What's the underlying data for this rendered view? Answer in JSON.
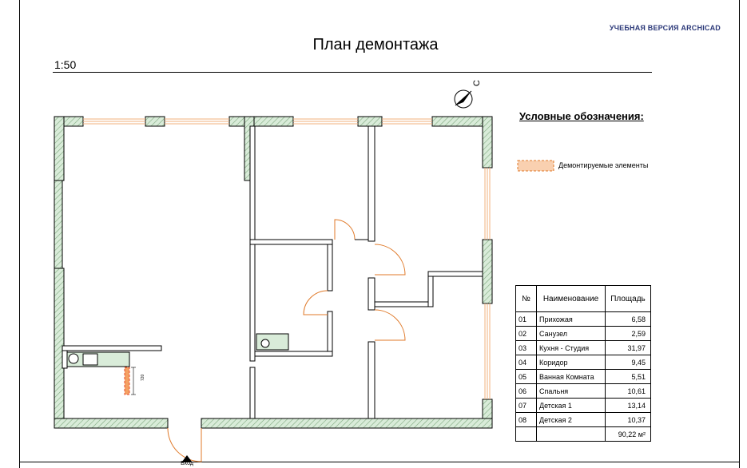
{
  "watermark": "УЧЕБНАЯ ВЕРСИЯ ARCHICAD",
  "title": "План демонтажа",
  "scale": "1:50",
  "north": "С",
  "legend": {
    "title": "Условные обозначения:",
    "item_label": "Демонтируемые элементы"
  },
  "entrance": "Вход",
  "dimension": "720",
  "table": {
    "headers": [
      "№",
      "Наименование",
      "Площадь"
    ],
    "rows": [
      [
        "01",
        "Прихожая",
        "6,58"
      ],
      [
        "02",
        "Санузел",
        "2,59"
      ],
      [
        "03",
        "Кухня - Студия",
        "31,97"
      ],
      [
        "04",
        "Коридор",
        "9,45"
      ],
      [
        "05",
        "Ванная Комната",
        "5,51"
      ],
      [
        "06",
        "Спальня",
        "10,61"
      ],
      [
        "07",
        "Детская 1",
        "13,14"
      ],
      [
        "08",
        "Детская 2",
        "10,37"
      ]
    ],
    "total": "90,22 м²"
  },
  "colors": {
    "wall_fill": "#d9ecd9",
    "wall_hatch": "#7fa87f",
    "door_arc": "#e07a2a",
    "window": "#f0b07e",
    "demolish": "#f4a063",
    "demolish_red": "#e84a2a"
  }
}
